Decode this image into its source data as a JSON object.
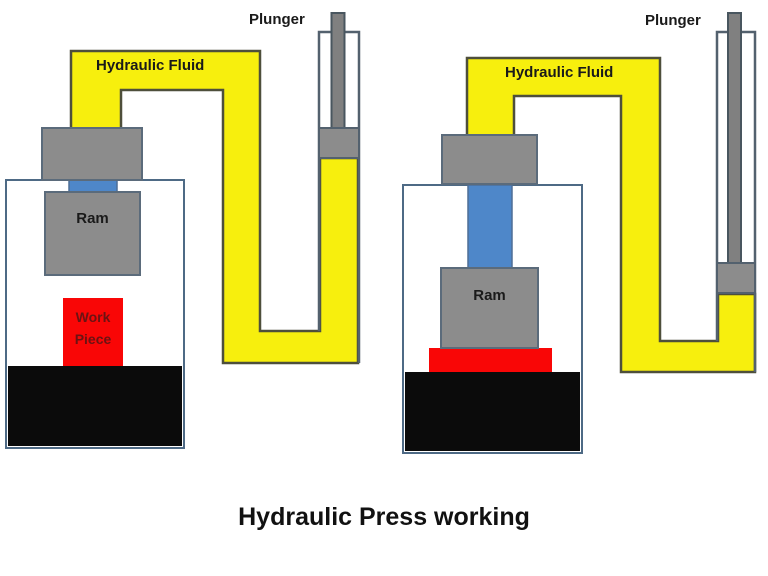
{
  "title": "Hydraulic Press working",
  "colors": {
    "background": "#FFFFFF",
    "fluid": "#F7EF0D",
    "fluid_outline": "#4E4F3B",
    "metal": "#8C8C8C",
    "metal_outline": "#5B6B7B",
    "rod": "#808080",
    "connector": "#4E87C9",
    "work_piece": "#F90606",
    "base": "#0B0B0B",
    "frame_outline": "#4E6A85",
    "label_text": "#1A1A1A",
    "work_piece_text": "#6B1313"
  },
  "diagrams": {
    "before": {
      "labels": {
        "plunger": "Plunger",
        "hydraulic_fluid": "Hydraulic Fluid",
        "ram": "Ram",
        "work_piece_line1": "Work",
        "work_piece_line2": "Piece"
      }
    },
    "after": {
      "labels": {
        "plunger": "Plunger",
        "hydraulic_fluid": "Hydraulic Fluid",
        "ram": "Ram"
      }
    }
  }
}
